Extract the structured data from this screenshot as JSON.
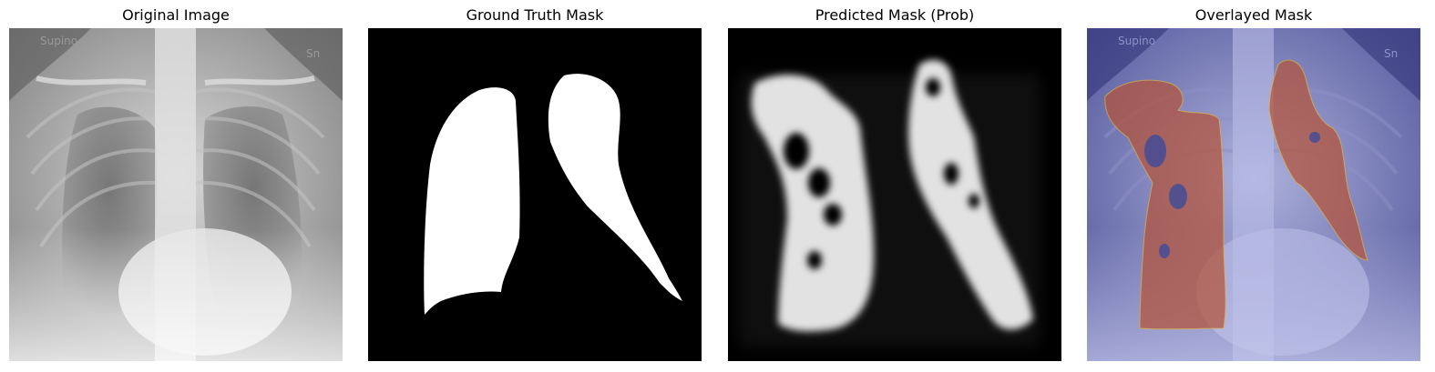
{
  "figure": {
    "panels": [
      {
        "title": "Original Image"
      },
      {
        "title": "Ground Truth Mask"
      },
      {
        "title": "Predicted Mask (Prob)"
      },
      {
        "title": "Overlayed Mask"
      }
    ],
    "xray_markers": {
      "left": "Supino",
      "right": "Sn"
    }
  }
}
